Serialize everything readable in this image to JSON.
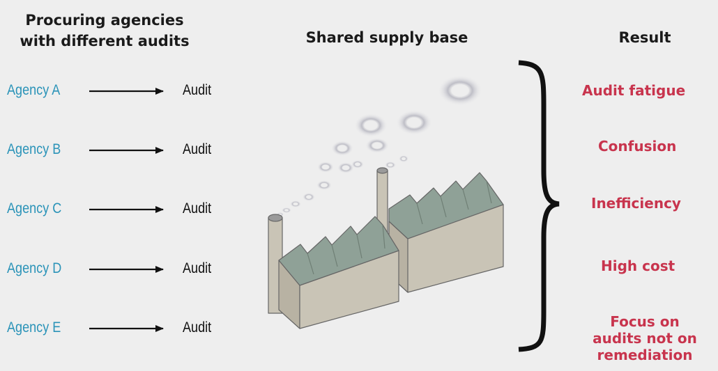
{
  "headers": {
    "procuring_line1": "Procuring agencies",
    "procuring_line2": "with different audits",
    "shared": "Shared supply base",
    "result": "Result"
  },
  "agencies": [
    {
      "name": "Agency A",
      "audit": "Audit"
    },
    {
      "name": "Agency B",
      "audit": "Audit"
    },
    {
      "name": "Agency C",
      "audit": "Audit"
    },
    {
      "name": "Agency D",
      "audit": "Audit"
    },
    {
      "name": "Agency E",
      "audit": "Audit"
    }
  ],
  "results": [
    "Audit fatigue",
    "Confusion",
    "Inefficiency",
    "High cost"
  ],
  "result_last": {
    "line1": "Focus on",
    "line2": "audits not on",
    "line3": "remediation"
  },
  "colors": {
    "agency": "#2a93b8",
    "result": "#c8344d",
    "factory_wall": "#c9c4b6",
    "factory_roof": "#8fa197"
  }
}
